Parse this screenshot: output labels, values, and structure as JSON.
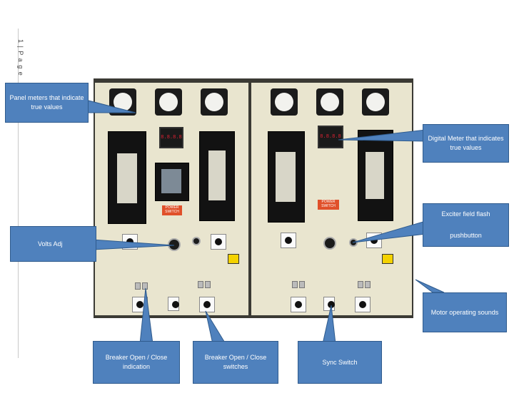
{
  "page": {
    "label": "1 | P a g e"
  },
  "callouts": {
    "panel_meters": "Panel meters  that indicate true  values",
    "digital_meter": "Digital Meter that indicates true values",
    "volts_adj": "Volts Adj",
    "exciter_line1": "Exciter field flash",
    "exciter_line2": "pushbutton",
    "motor_sounds": "Motor operating sounds",
    "breaker_indication": "Breaker Open / Close indication",
    "breaker_switches": "Breaker Open / Close switches",
    "sync_switch": "Sync Switch"
  },
  "panel": {
    "digital_readout": "8.8.8.8",
    "red_tag": "POWER SWITCH"
  },
  "colors": {
    "callout_fill": "#4f81bd",
    "callout_border": "#2f5b8d",
    "cabinet": "#e9e5cf"
  }
}
